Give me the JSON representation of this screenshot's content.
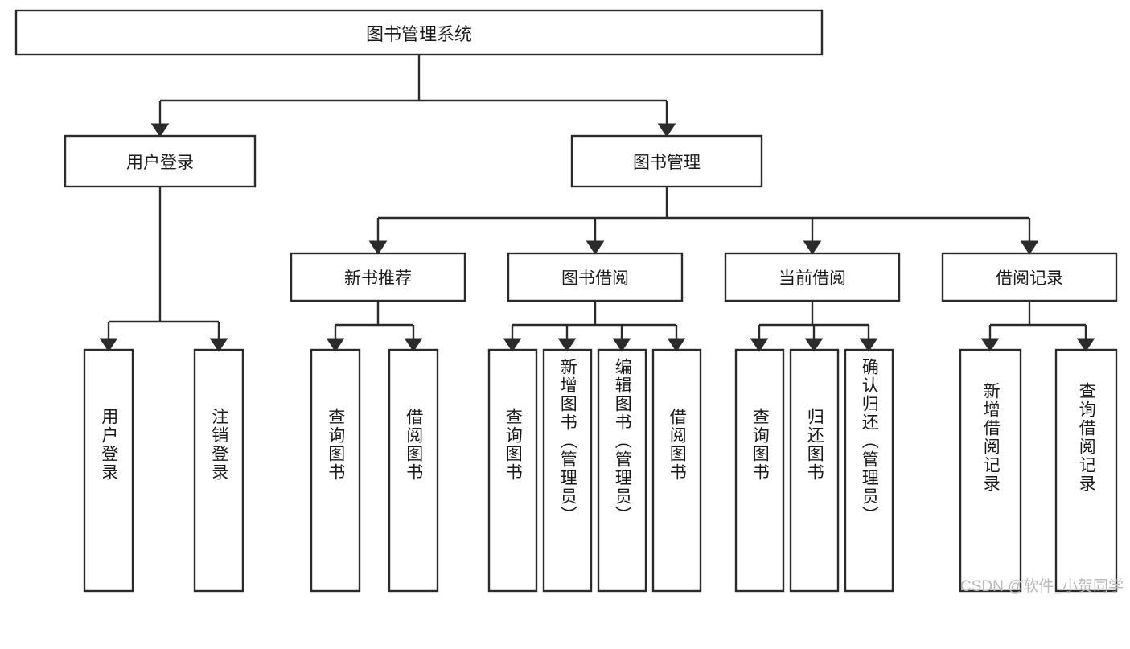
{
  "diagram": {
    "type": "tree-hierarchy",
    "title": "图书管理系统",
    "orientation": "top-down",
    "root": {
      "id": "root",
      "label": "图书管理系统",
      "text_orientation": "horizontal"
    },
    "level2": [
      {
        "id": "user-login",
        "label": "用户登录",
        "text_orientation": "horizontal"
      },
      {
        "id": "book-management",
        "label": "图书管理",
        "text_orientation": "horizontal"
      }
    ],
    "level3": [
      {
        "id": "new-book-recommend",
        "label": "新书推荐",
        "parent": "book-management",
        "text_orientation": "horizontal"
      },
      {
        "id": "book-borrow",
        "label": "图书借阅",
        "parent": "book-management",
        "text_orientation": "horizontal"
      },
      {
        "id": "current-borrow",
        "label": "当前借阅",
        "parent": "book-management",
        "text_orientation": "horizontal"
      },
      {
        "id": "borrow-record",
        "label": "借阅记录",
        "parent": "book-management",
        "text_orientation": "horizontal"
      }
    ],
    "leaves": [
      {
        "id": "leaf-user-login",
        "label": "用户登录",
        "parent": "user-login",
        "text_orientation": "vertical"
      },
      {
        "id": "leaf-logout-login",
        "label": "注销登录",
        "parent": "user-login",
        "text_orientation": "vertical"
      },
      {
        "id": "leaf-query-book-1",
        "label": "查询图书",
        "parent": "new-book-recommend",
        "text_orientation": "vertical"
      },
      {
        "id": "leaf-borrow-book-1",
        "label": "借阅图书",
        "parent": "new-book-recommend",
        "text_orientation": "vertical"
      },
      {
        "id": "leaf-query-book-2",
        "label": "查询图书",
        "parent": "book-borrow",
        "text_orientation": "vertical"
      },
      {
        "id": "leaf-add-book-admin",
        "label": "新增图书（管理员）",
        "parent": "book-borrow",
        "text_orientation": "vertical"
      },
      {
        "id": "leaf-edit-book-admin",
        "label": "编辑图书（管理员）",
        "parent": "book-borrow",
        "text_orientation": "vertical"
      },
      {
        "id": "leaf-borrow-book-2",
        "label": "借阅图书",
        "parent": "book-borrow",
        "text_orientation": "vertical"
      },
      {
        "id": "leaf-query-book-3",
        "label": "查询图书",
        "parent": "current-borrow",
        "text_orientation": "vertical"
      },
      {
        "id": "leaf-return-book",
        "label": "归还图书",
        "parent": "current-borrow",
        "text_orientation": "vertical"
      },
      {
        "id": "leaf-confirm-return-admin",
        "label": "确认归还（管理员）",
        "parent": "current-borrow",
        "text_orientation": "vertical"
      },
      {
        "id": "leaf-add-borrow-record",
        "label": "新增借阅记录",
        "parent": "borrow-record",
        "text_orientation": "vertical"
      },
      {
        "id": "leaf-query-borrow-record",
        "label": "查询借阅记录",
        "parent": "borrow-record",
        "text_orientation": "vertical"
      }
    ],
    "colors": {
      "box_stroke": "#2b2b2b",
      "box_fill": "#ffffff",
      "connector": "#2b2b2b",
      "text": "#1a1a1a",
      "background": "#ffffff",
      "watermark": "#b9b9b9"
    }
  },
  "watermark": {
    "text": "CSDN @软件_小贺同学"
  }
}
